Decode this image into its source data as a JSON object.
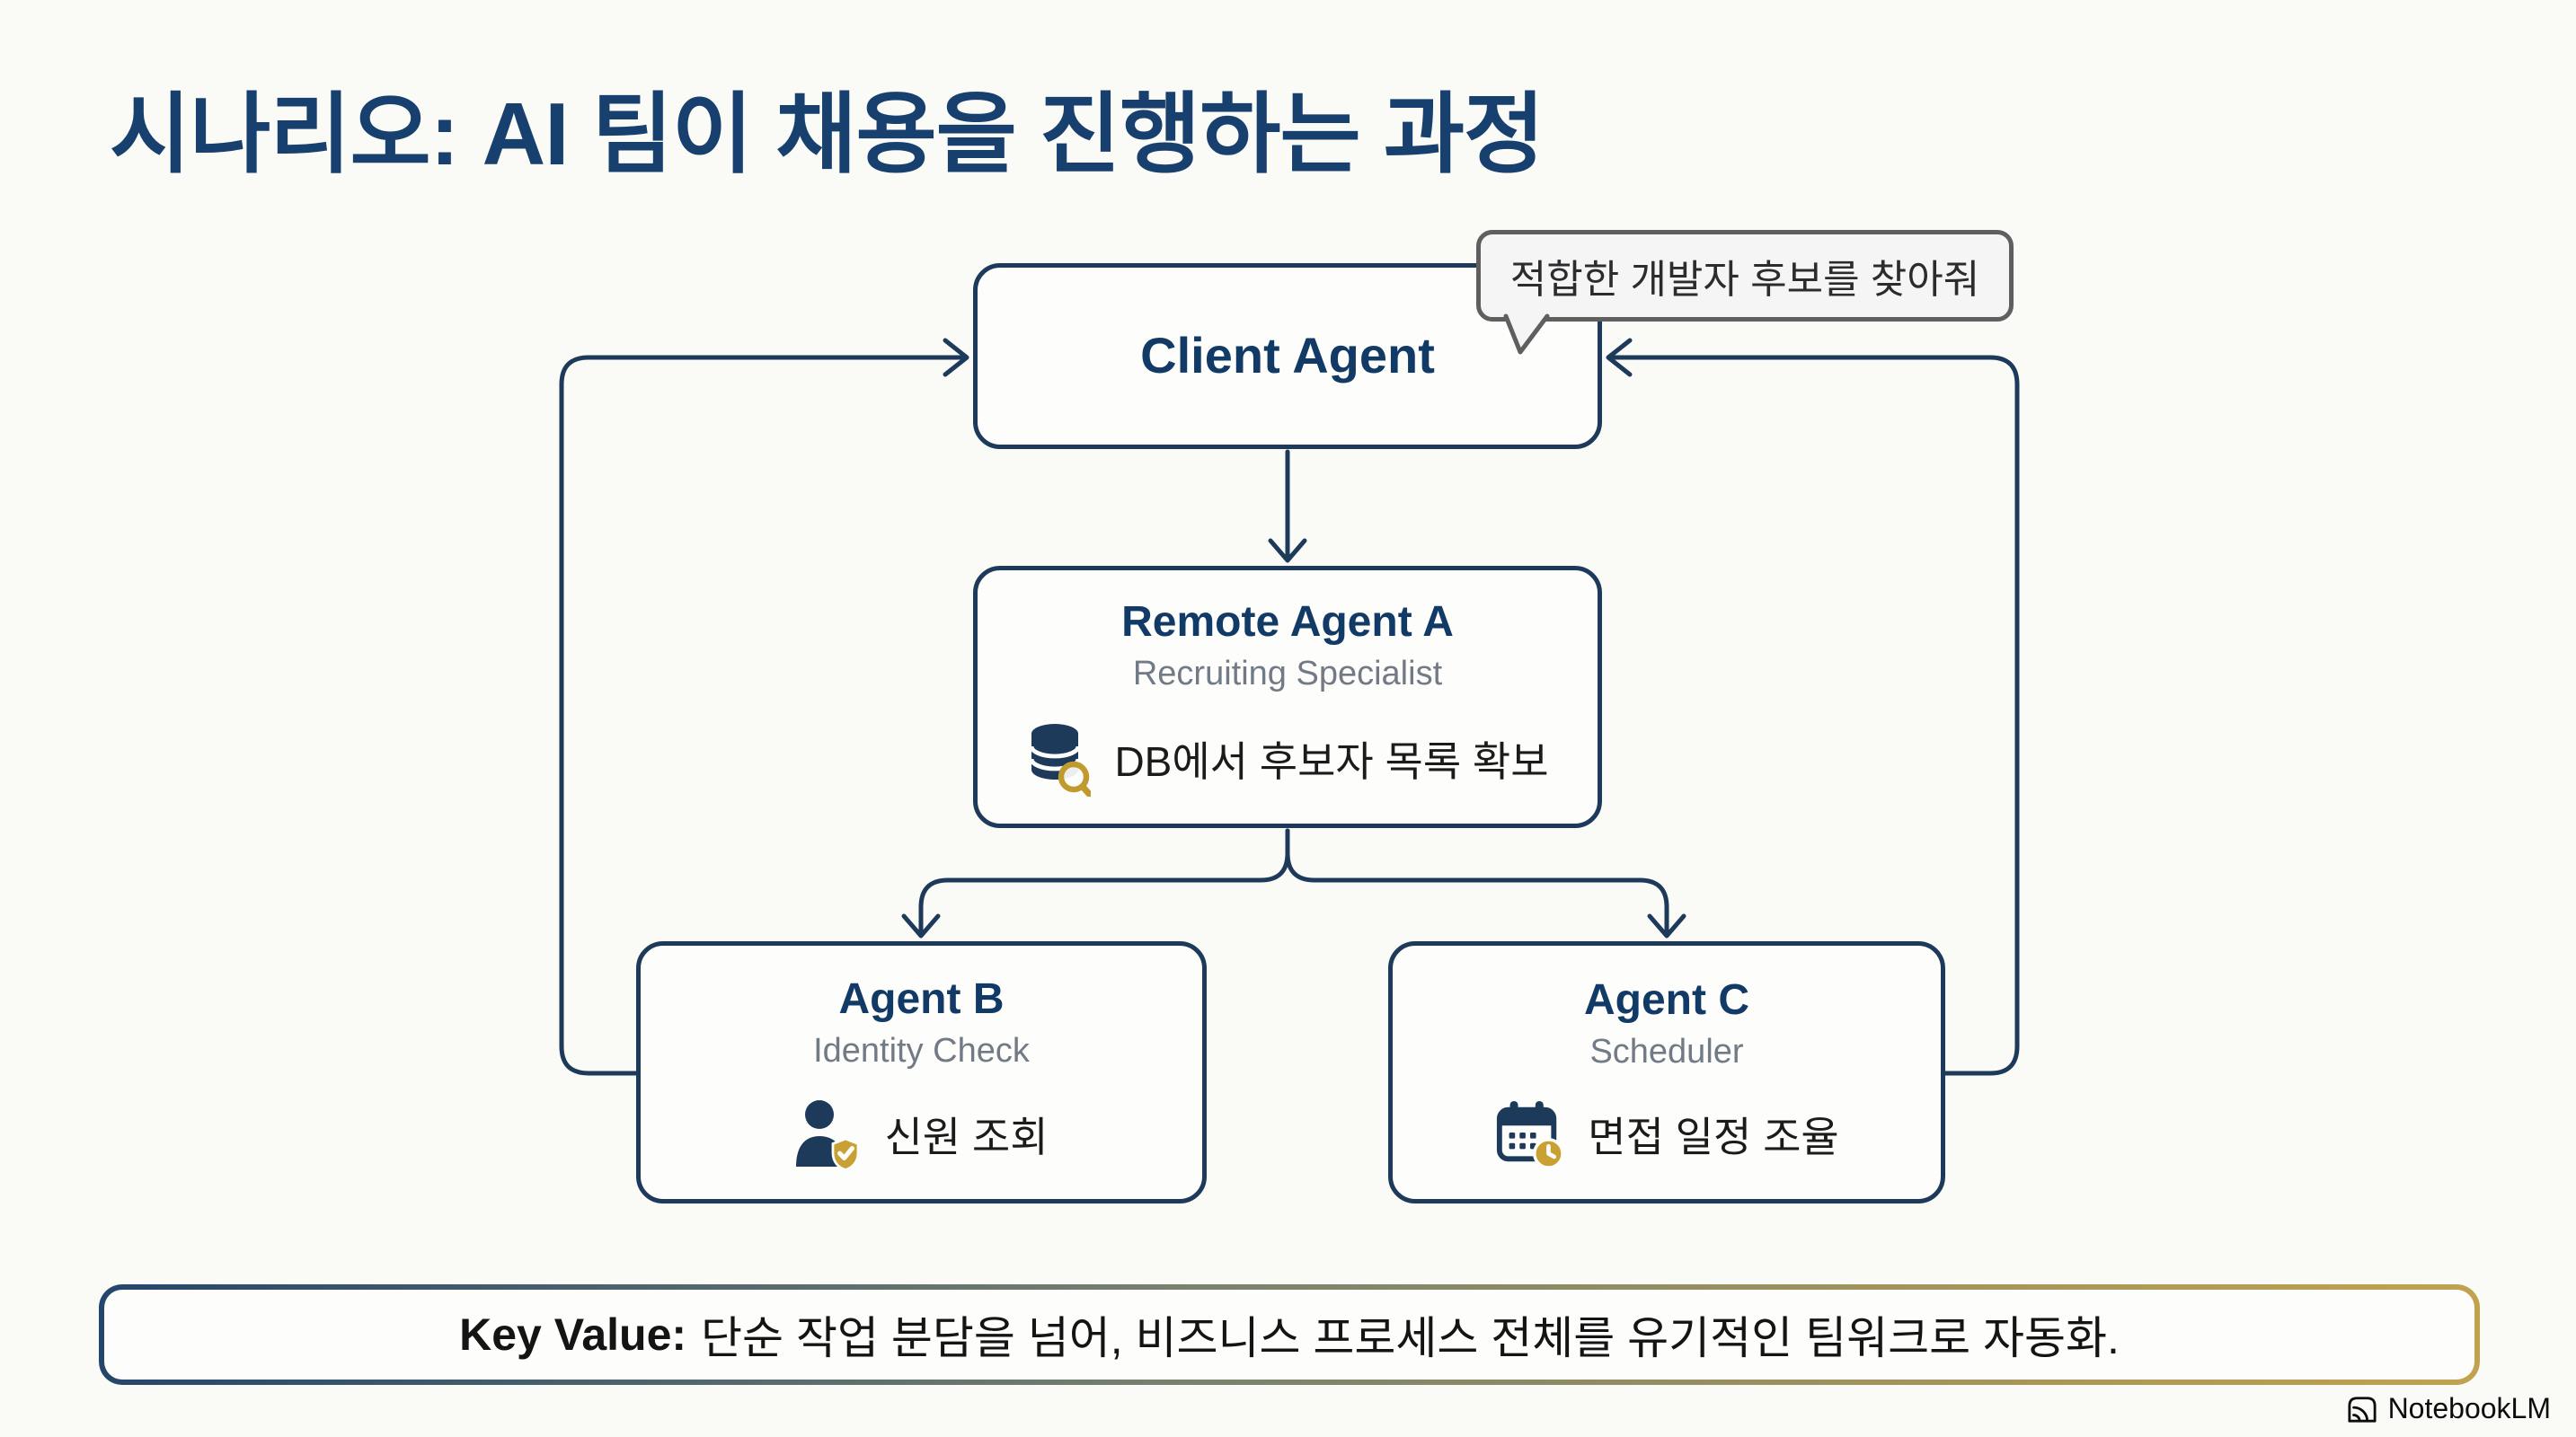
{
  "slide": {
    "title": "시나리오: AI 팀이 채용을 진행하는 과정"
  },
  "speech_bubble": {
    "text": "적합한 개발자 후보를 찾아줘"
  },
  "nodes": {
    "client_agent": {
      "title": "Client Agent"
    },
    "remote_agent_a": {
      "title": "Remote Agent A",
      "subtitle": "Recruiting Specialist",
      "task": "DB에서 후보자 목록 확보",
      "icon": "database-search-icon"
    },
    "agent_b": {
      "title": "Agent B",
      "subtitle": "Identity Check",
      "task": "신원 조회",
      "icon": "person-check-icon"
    },
    "agent_c": {
      "title": "Agent C",
      "subtitle": "Scheduler",
      "task": "면접 일정 조율",
      "icon": "calendar-clock-icon"
    }
  },
  "edges": [
    {
      "from": "client_agent",
      "to": "remote_agent_a"
    },
    {
      "from": "remote_agent_a",
      "to": "agent_b"
    },
    {
      "from": "remote_agent_a",
      "to": "agent_c"
    },
    {
      "from": "agent_b",
      "to": "client_agent"
    },
    {
      "from": "agent_c",
      "to": "client_agent"
    }
  ],
  "key_value": {
    "label": "Key Value:",
    "text": "단순 작업 분담을 넘어, 비즈니스 프로세스 전체를 유기적인 팀워크로 자동화."
  },
  "footer": {
    "brand": "NotebookLM"
  },
  "colors": {
    "background": "#fafaf7",
    "title_blue": "#17406f",
    "line_navy": "#1d3a5a",
    "node_title_navy": "#123a66",
    "subtitle_gray": "#717a85",
    "gold": "#c09a2f",
    "banner_gradient_start": "#24466b",
    "banner_gradient_end": "#c2a24e",
    "bubble_border": "#5f5f5f",
    "text_dark": "#1b1b1b"
  }
}
